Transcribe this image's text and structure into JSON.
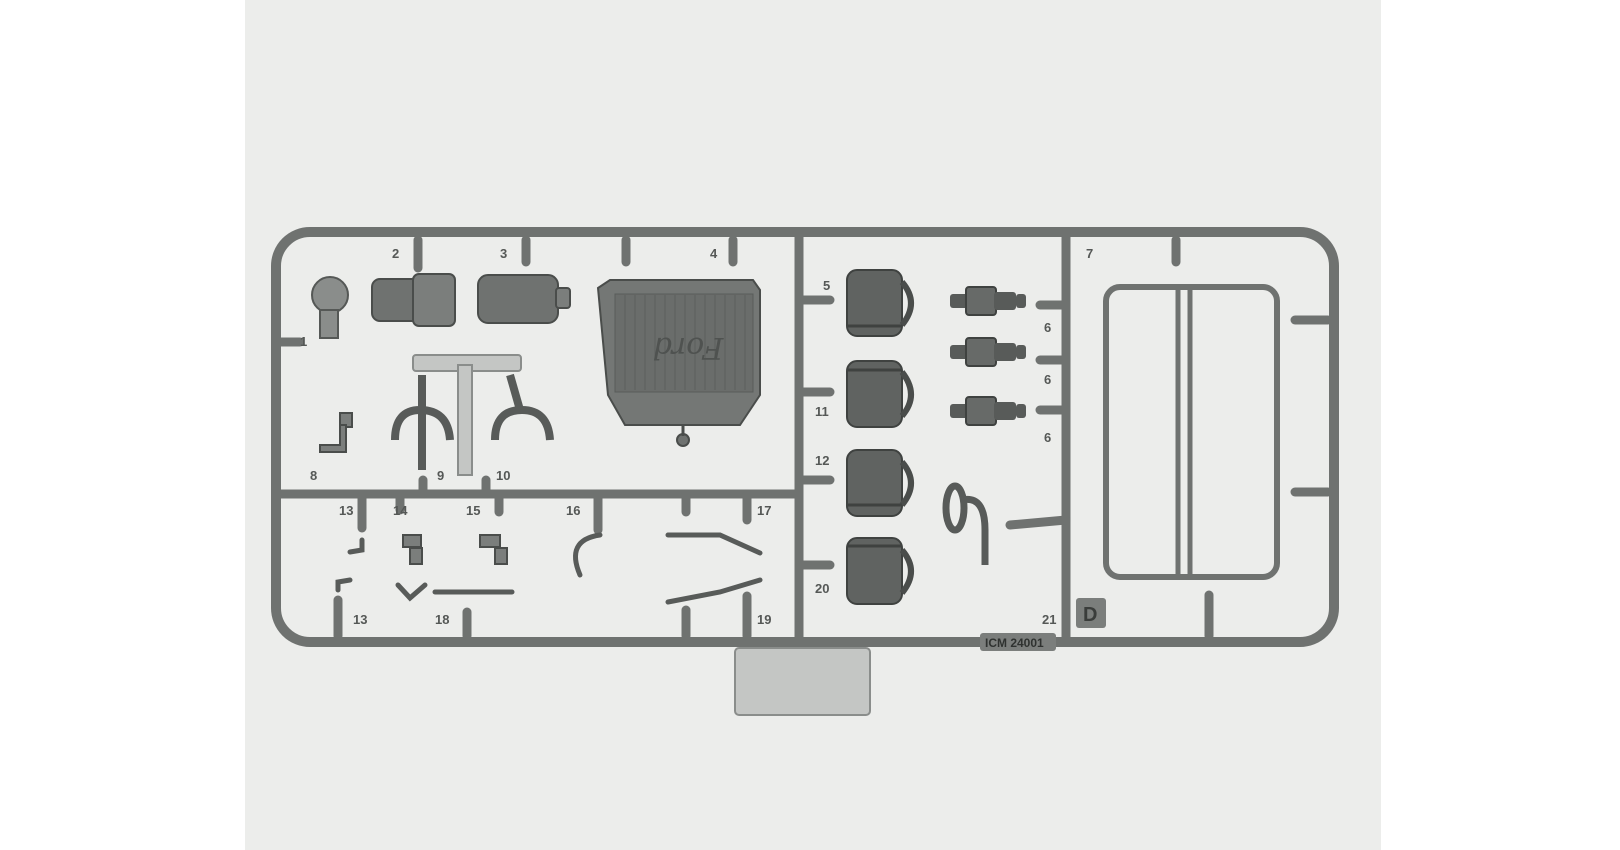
{
  "sprue": {
    "letter": "D",
    "maker_mark": "ICM 24001",
    "logo_text": "Ford",
    "part_numbers": [
      "1",
      "2",
      "3",
      "4",
      "5",
      "6",
      "6",
      "6",
      "7",
      "8",
      "9",
      "10",
      "11",
      "12",
      "13",
      "13",
      "14",
      "15",
      "16",
      "17",
      "18",
      "19",
      "20",
      "21"
    ]
  },
  "colors": {
    "background": "#ffffff",
    "backdrop": "#ecedeb",
    "plastic": "#6f7270",
    "plastic_dark": "#555856",
    "plastic_light": "#8a8d8b",
    "clear_parts": "#c4c6c4"
  }
}
